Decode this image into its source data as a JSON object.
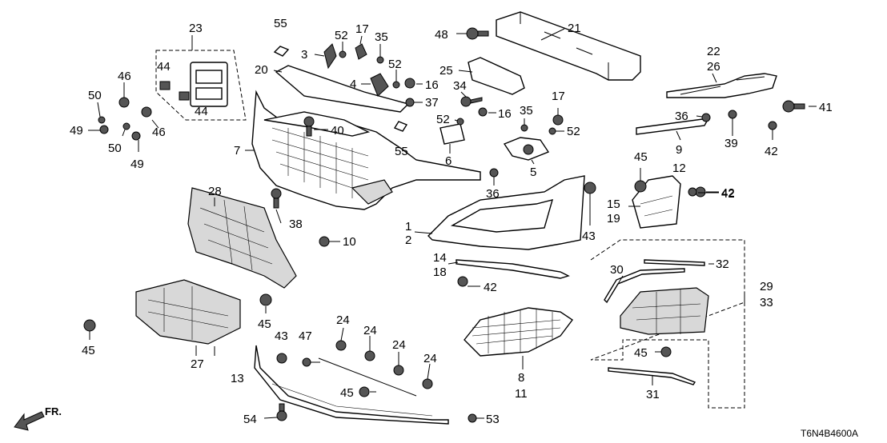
{
  "diagram": {
    "code": "T6N4B4600A",
    "direction_label": "FR.",
    "callouts": [
      "1",
      "2",
      "3",
      "4",
      "5",
      "6",
      "7",
      "8",
      "9",
      "10",
      "11",
      "12",
      "13",
      "14",
      "15",
      "16",
      "17",
      "18",
      "19",
      "20",
      "21",
      "22",
      "23",
      "24",
      "25",
      "26",
      "27",
      "28",
      "29",
      "30",
      "31",
      "32",
      "33",
      "34",
      "35",
      "36",
      "37",
      "38",
      "39",
      "40",
      "41",
      "42",
      "43",
      "44",
      "45",
      "46",
      "47",
      "48",
      "49",
      "50",
      "52",
      "53",
      "54",
      "55"
    ]
  }
}
